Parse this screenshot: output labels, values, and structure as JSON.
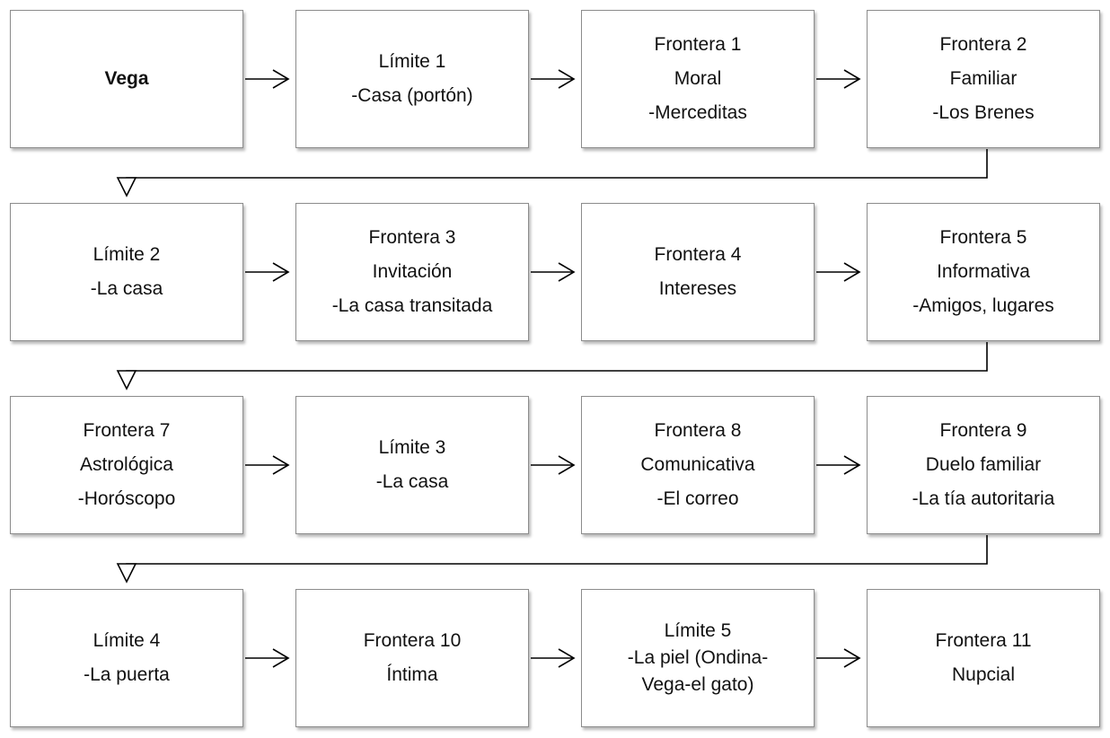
{
  "diagram": {
    "rows": [
      {
        "boxes": [
          {
            "lines": [
              "Vega"
            ],
            "bold": true
          },
          {
            "lines": [
              "Límite 1",
              "-Casa (portón)"
            ]
          },
          {
            "lines": [
              "Frontera 1",
              "Moral",
              "-Merceditas"
            ]
          },
          {
            "lines": [
              "Frontera 2",
              "Familiar",
              "-Los Brenes"
            ]
          }
        ]
      },
      {
        "boxes": [
          {
            "lines": [
              "Límite 2",
              "-La casa"
            ]
          },
          {
            "lines": [
              "Frontera 3",
              "Invitación",
              "-La casa  transitada"
            ]
          },
          {
            "lines": [
              "Frontera 4",
              "Intereses"
            ]
          },
          {
            "lines": [
              "Frontera 5",
              "Informativa",
              "-Amigos, lugares"
            ]
          }
        ]
      },
      {
        "boxes": [
          {
            "lines": [
              "Frontera 7",
              "Astrológica",
              "-Horóscopo"
            ]
          },
          {
            "lines": [
              "Límite 3",
              "-La  casa"
            ]
          },
          {
            "lines": [
              "Frontera 8",
              "Comunicativa",
              "-El correo"
            ]
          },
          {
            "lines": [
              "Frontera 9",
              "Duelo familiar",
              "-La tía autoritaria"
            ]
          }
        ]
      },
      {
        "boxes": [
          {
            "lines": [
              "Límite 4",
              "-La puerta"
            ]
          },
          {
            "lines": [
              "Frontera 10",
              "Íntima"
            ]
          },
          {
            "lines": [
              "Límite 5",
              "-La piel (Ondina-",
              "Vega-el gato)"
            ],
            "tight": true
          },
          {
            "lines": [
              "Frontera 11",
              "Nupcial"
            ]
          }
        ]
      }
    ]
  },
  "colors": {
    "box_border": "#8c8c8c",
    "arrow": "#000000",
    "text": "#111111"
  }
}
